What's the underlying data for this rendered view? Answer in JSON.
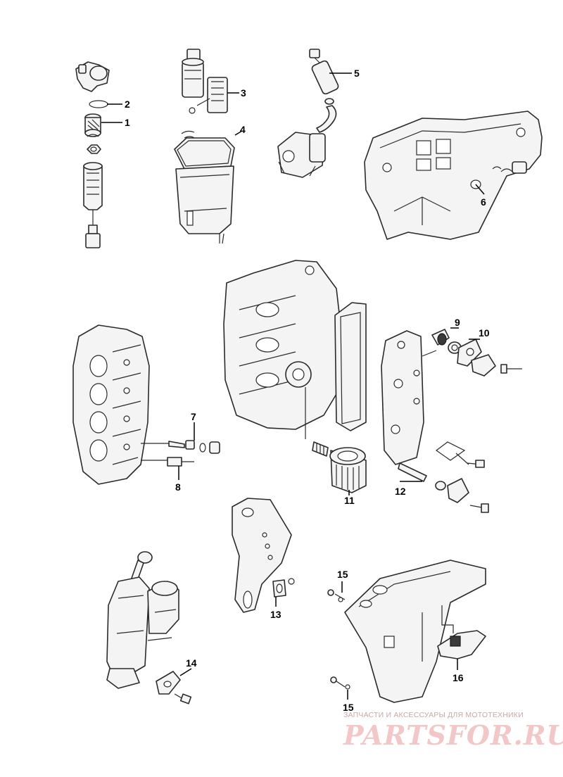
{
  "callouts": {
    "c1": "1",
    "c2": "2",
    "c3": "3",
    "c4": "4",
    "c5": "5",
    "c6": "6",
    "c7": "7",
    "c8": "8",
    "c9": "9",
    "c10": "10",
    "c11": "11",
    "c12": "12",
    "c13": "13",
    "c14": "14",
    "c15a": "15",
    "c15b": "15",
    "c16": "16"
  },
  "watermark": {
    "tagline": "ЗАПЧАСТИ И АКСЕССУАРЫ ДЛЯ МОТОТЕХНИКИ",
    "logo": "PARTSFOR.RU"
  },
  "colors": {
    "line": "#2a2a2a",
    "watermark_text": "#c8a8a8",
    "watermark_logo": "#f2c7c7"
  }
}
